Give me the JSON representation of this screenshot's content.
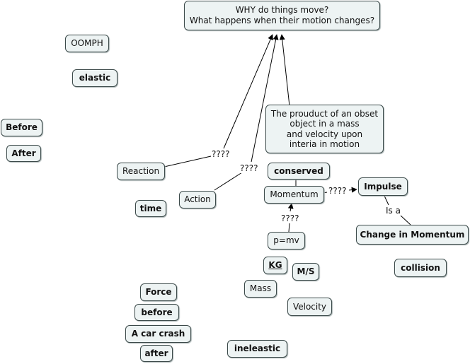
{
  "concepts": {
    "main_question": "WHY do things move?\nWhat happens when their motion changes?",
    "definition": "The prouduct of an obset object in a mass\nand velocity upon\ninteria in motion",
    "oomph": "OOMPH",
    "elastic": "elastic",
    "before_cap": "Before",
    "after_cap": "After",
    "reaction": "Reaction",
    "action": "Action",
    "time": "time",
    "conserved": "conserved",
    "momentum": "Momentum",
    "impulse": "Impulse",
    "change_in_momentum": "Change in Momentum",
    "p_mv": "p=mv",
    "kg": "KG",
    "ms": "M/S",
    "collision": "collision",
    "mass": "Mass",
    "velocity": "Velocity",
    "force": "Force",
    "before": "before",
    "car_crash": "A car crash",
    "after": "after",
    "inelastic": "ineleastic"
  },
  "link_labels": {
    "reaction_link": "????",
    "action_link": "????",
    "momentum_impulse": "????",
    "pmv_momentum": "????",
    "impulse_is_a": "Is a"
  },
  "colors": {
    "node_fill": "#edf3f3",
    "node_border": "#3c4a4a",
    "link": "#000000"
  }
}
